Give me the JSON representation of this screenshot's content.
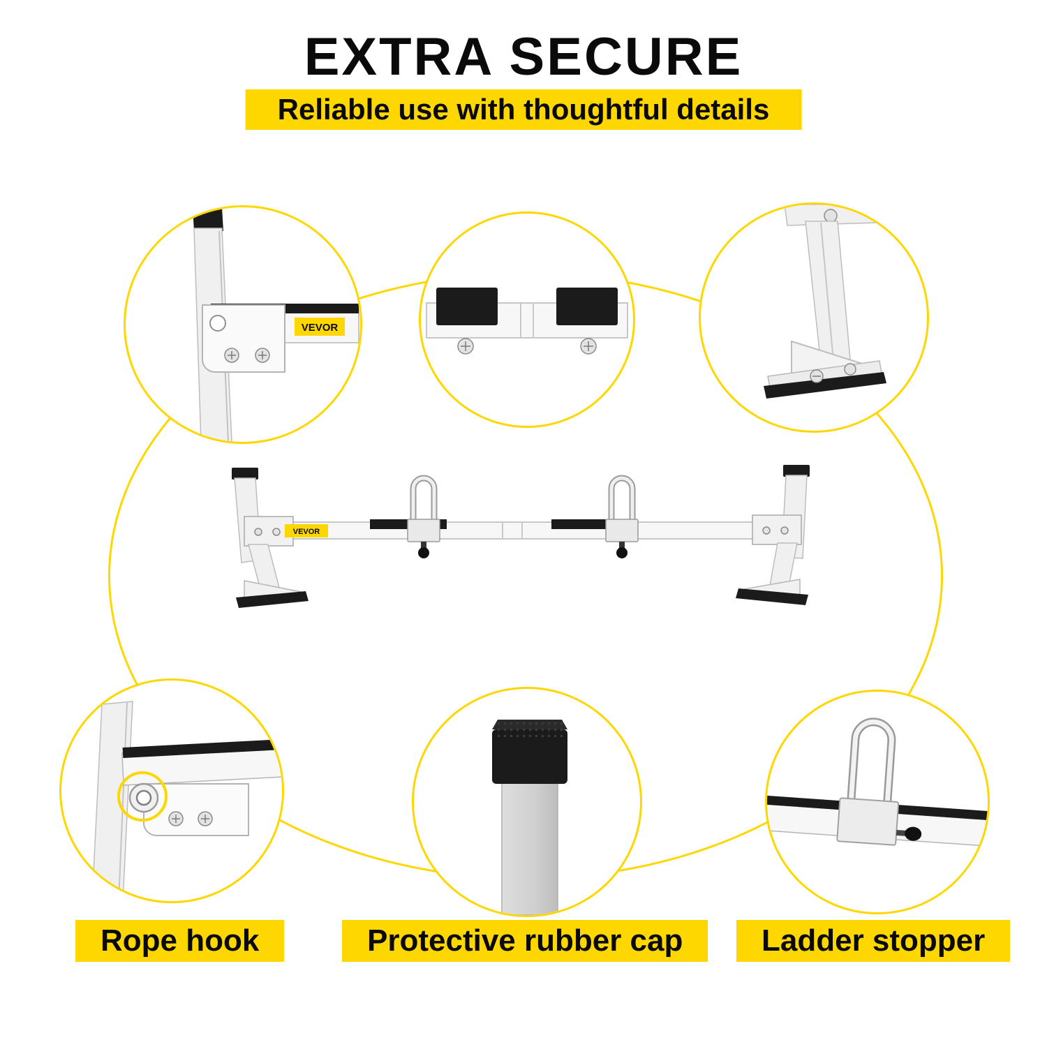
{
  "header": {
    "title": "EXTRA SECURE",
    "subtitle": "Reliable use with thoughtful details"
  },
  "brand": {
    "name": "VEVOR"
  },
  "callouts": [
    {
      "id": "rope-hook",
      "label": "Rope hook"
    },
    {
      "id": "protective-rubber-cap",
      "label": "Protective rubber cap"
    },
    {
      "id": "ladder-stopper",
      "label": "Ladder stopper"
    }
  ],
  "colors": {
    "accent_yellow": "#FFD700",
    "text_black": "#0a0a0a",
    "rubber_black": "#1b1b1b",
    "metal_white": "#f0f0f0"
  }
}
